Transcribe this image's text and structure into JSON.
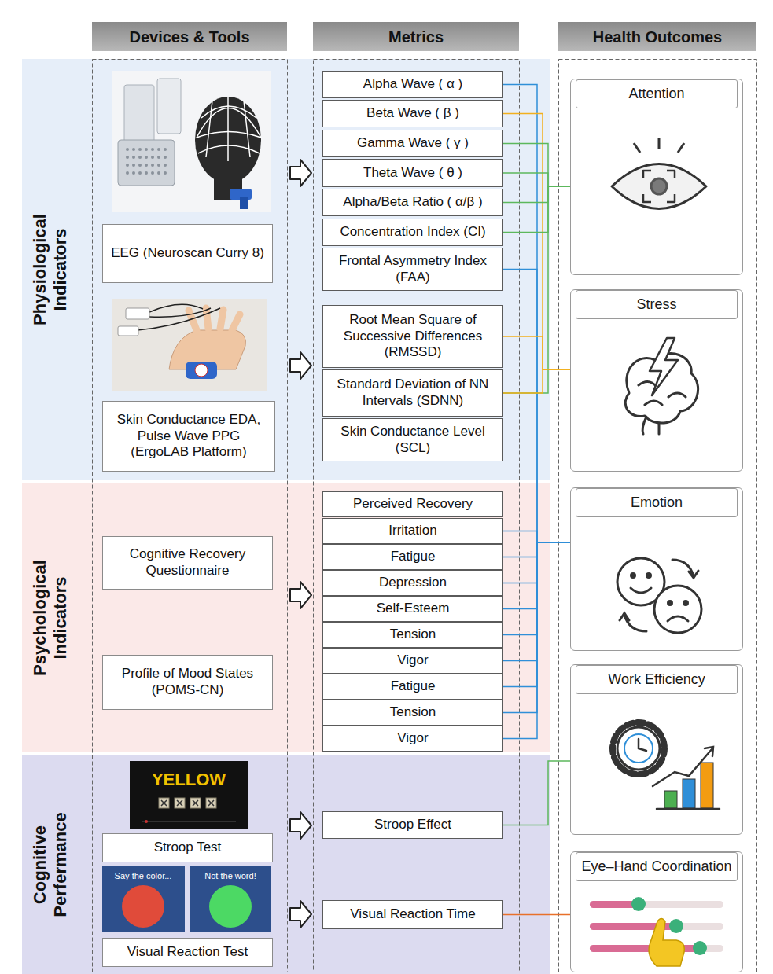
{
  "diagram": {
    "nodes": [
      {
        "text": [
          "Devices & Tools"
        ]
      },
      {
        "text": [
          "Metrics"
        ]
      },
      {
        "text": [
          "Health Outcomes"
        ]
      },
      {
        "text": [
          "Physiological Indicators"
        ]
      },
      {
        "text": [
          "EEG (Neuroscan Curry 8)"
        ],
        "in": 3
      },
      {
        "text": [
          "Skin Conductance EDA, Pulse Wave PPG (ErgoLAB Platform)"
        ],
        "in": 3
      },
      {
        "text": [
          "Alpha Wave ( α )"
        ],
        "in": 3
      },
      {
        "text": [
          "Beta Wave ( β )"
        ],
        "in": 3
      },
      {
        "text": [
          "Gamma Wave ( γ )"
        ],
        "in": 3
      },
      {
        "text": [
          "Theta Wave ( θ )"
        ],
        "in": 3
      },
      {
        "text": [
          "Alpha/Beta Ratio ( α/β )"
        ],
        "in": 3
      },
      {
        "text": [
          "Concentration Index (CI)"
        ],
        "in": 3
      },
      {
        "text": [
          "Frontal Asymmetry Index (FAA)"
        ],
        "in": 3
      },
      {
        "text": [
          "Root Mean Square of Successive Differences (RMSSD)"
        ],
        "in": 3
      },
      {
        "text": [
          "Standard Deviation of NN Intervals (SDNN)"
        ],
        "in": 3
      },
      {
        "text": [
          "Skin Conductance Level (SCL)"
        ],
        "in": 3
      },
      {
        "text": [
          "Psychological Indicators"
        ]
      },
      {
        "text": [
          "Cognitive Recovery Questionnaire"
        ],
        "in": 16
      },
      {
        "text": [
          "Profile of Mood States (POMS-CN)"
        ],
        "in": 16
      },
      {
        "text": [
          "Perceived Recovery"
        ],
        "in": 16
      },
      {
        "text": [
          "Irritation"
        ],
        "in": 16
      },
      {
        "text": [
          "Fatigue"
        ],
        "in": 16
      },
      {
        "text": [
          "Depression"
        ],
        "in": 16
      },
      {
        "text": [
          "Self-Esteem"
        ],
        "in": 16
      },
      {
        "text": [
          "Tension"
        ],
        "in": 16
      },
      {
        "text": [
          "Vigor"
        ],
        "in": 16
      },
      {
        "text": [
          "Fatigue"
        ],
        "in": 16
      },
      {
        "text": [
          "Tension"
        ],
        "in": 16
      },
      {
        "text": [
          "Vigor"
        ],
        "in": 16
      },
      {
        "text": [
          "Cognitive Perfermance"
        ]
      },
      {
        "text": [
          "Stroop Test"
        ],
        "in": 29
      },
      {
        "text": [
          "Visual Reaction Test"
        ],
        "in": 29
      },
      {
        "text": [
          "Stroop Effect"
        ],
        "in": 29
      },
      {
        "text": [
          "Visual Reaction Time"
        ],
        "in": 29
      },
      {
        "text": [
          "Attention"
        ]
      },
      {
        "text": [
          "Stress"
        ]
      },
      {
        "text": [
          "Emotion"
        ]
      },
      {
        "text": [
          "Work Efficiency"
        ]
      },
      {
        "text": [
          "Eye–Hand Coordination"
        ]
      }
    ],
    "edges": [
      {
        "from": 6,
        "to": 36,
        "arrow": "none"
      },
      {
        "from": 7,
        "to": 35,
        "arrow": "none"
      },
      {
        "from": 8,
        "to": 34,
        "arrow": "none"
      },
      {
        "from": 9,
        "to": 34,
        "arrow": "none"
      },
      {
        "from": 10,
        "to": 34,
        "arrow": "none"
      },
      {
        "from": 11,
        "to": 34,
        "arrow": "none"
      },
      {
        "from": 12,
        "to": 36,
        "arrow": "none"
      },
      {
        "from": 13,
        "to": 35,
        "arrow": "none"
      },
      {
        "from": 14,
        "to": 34,
        "arrow": "none"
      },
      {
        "from": 14,
        "to": 35,
        "arrow": "none"
      },
      {
        "from": 20,
        "to": 36,
        "arrow": "none"
      },
      {
        "from": 21,
        "to": 36,
        "arrow": "none"
      },
      {
        "from": 22,
        "to": 36,
        "arrow": "none"
      },
      {
        "from": 23,
        "to": 36,
        "arrow": "none"
      },
      {
        "from": 24,
        "to": 36,
        "arrow": "none"
      },
      {
        "from": 25,
        "to": 36,
        "arrow": "none"
      },
      {
        "from": 26,
        "to": 36,
        "arrow": "none"
      },
      {
        "from": 27,
        "to": 36,
        "arrow": "none"
      },
      {
        "from": 28,
        "to": 36,
        "arrow": "none"
      },
      {
        "from": 32,
        "to": 37,
        "arrow": "none"
      },
      {
        "from": 33,
        "to": 38,
        "arrow": "none"
      }
    ],
    "labels": [
      "YELLOW",
      "Say the color...",
      "Not the word!"
    ]
  }
}
